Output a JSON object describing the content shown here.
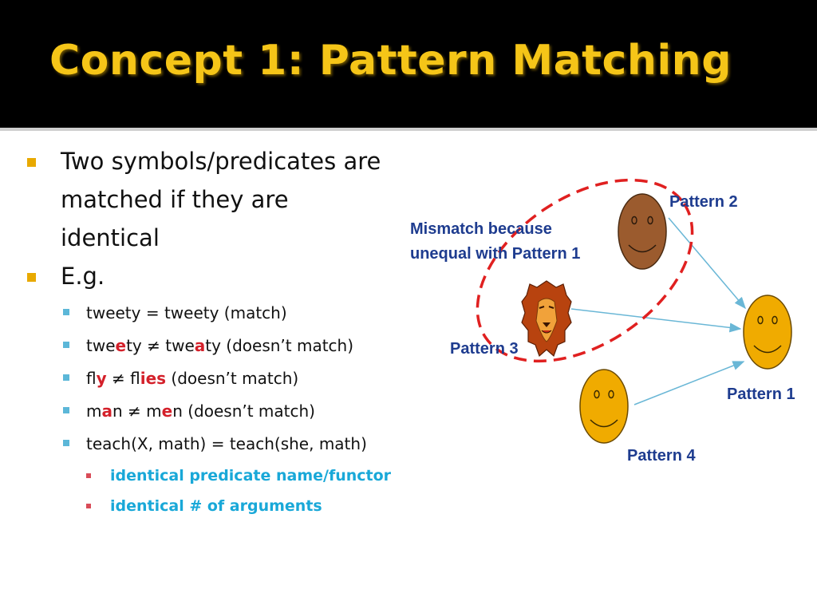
{
  "slide": {
    "title": "Concept 1: Pattern Matching"
  },
  "bullets": {
    "b1_lines": [
      "Two symbols/predicates  are",
      "matched if they are",
      "identical"
    ],
    "b2": "E.g.",
    "ex1": "tweety = tweety (match)",
    "ex2": {
      "pre": "twe",
      "hl1": "e",
      "mid1": "ty ≠ twe",
      "hl2": "a",
      "post": "ty (doesn’t match)"
    },
    "ex3": {
      "pre": "fl",
      "hl1": "y",
      "mid1": " ≠ fl",
      "hl2": "ies",
      "post": " (doesn’t match)"
    },
    "ex4": {
      "pre": "m",
      "hl1": "a",
      "mid1": "n ≠ m",
      "hl2": "e",
      "post": "n (doesn’t match)"
    },
    "ex5": "teach(X, math) = teach(she, math)",
    "sub1": "identical predicate name/functor",
    "sub2": "identical # of arguments"
  },
  "diagram": {
    "mismatch_lines": [
      "Mismatch because",
      "unequal with Pattern 1"
    ],
    "pattern1": "Pattern 1",
    "pattern2": "Pattern 2",
    "pattern3": "Pattern 3",
    "pattern4": "Pattern 4"
  },
  "colors": {
    "title": "#f5c518",
    "label_blue": "#1e3c8f",
    "highlight_red": "#d4202a",
    "sub_bullet_blue": "#19a8d8",
    "face_yellow": "#f0ab00",
    "face_brown": "#9b5b2e",
    "dashed_ellipse": "#e02020",
    "arrow": "#6ab7d6"
  }
}
